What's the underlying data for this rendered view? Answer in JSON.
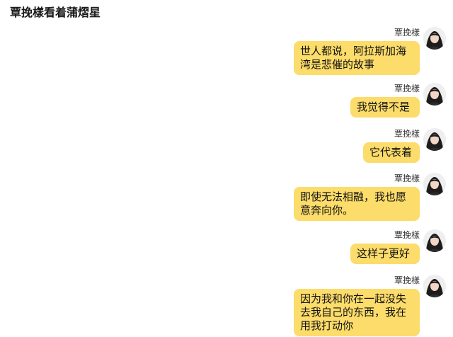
{
  "chat": {
    "title": "覃挽樣看着蒲熠星"
  },
  "messages": [
    {
      "sender": "覃挽樣",
      "lines": [
        "世人都说，阿拉斯加海",
        "湾是悲催的故事"
      ]
    },
    {
      "sender": "覃挽樣",
      "lines": [
        "我觉得不是"
      ]
    },
    {
      "sender": "覃挽樣",
      "lines": [
        "它代表着"
      ]
    },
    {
      "sender": "覃挽樣",
      "lines": [
        "即使无法相融，我也愿",
        "意奔向你。"
      ]
    },
    {
      "sender": "覃挽樣",
      "lines": [
        "这样子更好"
      ]
    },
    {
      "sender": "覃挽樣",
      "lines": [
        "因为我和你在一起没失",
        "去我自己的东西，我在",
        "用我打动你"
      ]
    }
  ],
  "colors": {
    "bubble": "#fcdc6a",
    "text": "#111111",
    "name": "#333333"
  },
  "icons": {
    "avatar": "user-avatar-icon"
  }
}
